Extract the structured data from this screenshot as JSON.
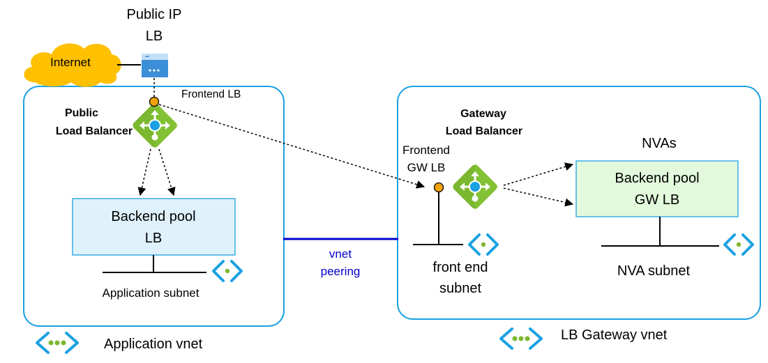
{
  "labels": {
    "public_ip_line1": "Public IP",
    "public_ip_line2": "LB",
    "internet": "Internet",
    "frontend_lb": "Frontend LB",
    "public_lb_line1": "Public",
    "public_lb_line2": "Load Balancer",
    "backend_pool_lb_line1": "Backend pool",
    "backend_pool_lb_line2": "LB",
    "application_subnet": "Application subnet",
    "application_vnet": "Application vnet",
    "vnet_peering_line1": "vnet",
    "vnet_peering_line2": "peering",
    "gateway_lb_line1": "Gateway",
    "gateway_lb_line2": "Load Balancer",
    "frontend_gw_line1": "Frontend",
    "frontend_gw_line2": "GW LB",
    "nvas": "NVAs",
    "backend_pool_gw_line1": "Backend pool",
    "backend_pool_gw_line2": "GW LB",
    "front_end_subnet_line1": "front end",
    "front_end_subnet_line2": "subnet",
    "nva_subnet": "NVA subnet",
    "lb_gateway_vnet": "LB Gateway vnet"
  },
  "colors": {
    "vnet_border": "#1ba1e2",
    "cloud": "#ffc000",
    "lb_green": "#7cb82f",
    "frontend_dot": "#f0a30a",
    "backend_pool_lb_fill": "#dff1fb",
    "backend_pool_gw_fill": "#e2f9dc",
    "peering_line": "#0000cc"
  },
  "icons": {
    "cloud": "cloud-icon",
    "public_ip": "public-ip-icon",
    "load_balancer": "load-balancer-icon",
    "subnet": "subnet-icon",
    "vnet": "vnet-icon"
  }
}
